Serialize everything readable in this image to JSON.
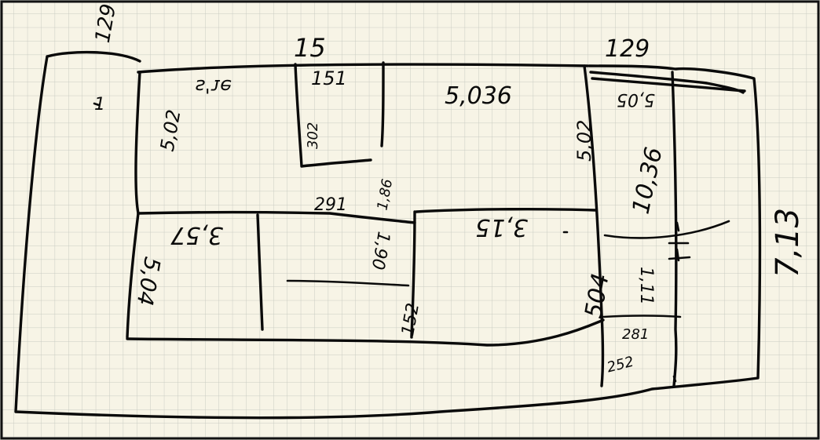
{
  "colors": {
    "paper": "#f7f4e6",
    "grid": "#c9cbc2",
    "ink": "#0a0a0a",
    "frame": "#111111"
  },
  "labels": {
    "top_left_129": "129",
    "top_15": "15",
    "top_right_129": "129",
    "r1": "1",
    "left_502": "5,02",
    "room_ne": "ɘɾ'ƨ",
    "small_151": "151",
    "small_302": "302",
    "big_5036": "5,036",
    "right_502": "5,02",
    "right_top_505": "5,05",
    "right_1036": "10,36",
    "mid_291": "291",
    "mid_186": "1,86",
    "bl_357": "3,57",
    "bl_504": "5,04",
    "mid_190": "1,90",
    "mid_152": "152",
    "mr_315": "3,15",
    "mr_504": "504",
    "r_111": "1,11",
    "r_281": "281",
    "r_252": "252",
    "far_right_313": "7,13"
  }
}
